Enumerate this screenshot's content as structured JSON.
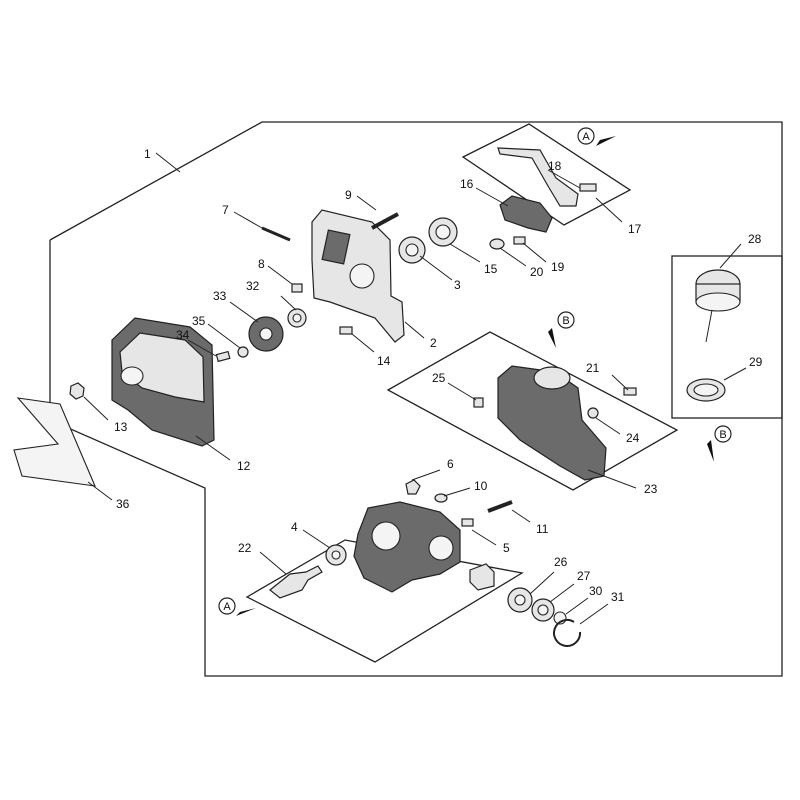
{
  "labels": {
    "p1": "1",
    "p2": "2",
    "p3": "3",
    "p4": "4",
    "p5": "5",
    "p6": "6",
    "p7": "7",
    "p8": "8",
    "p9": "9",
    "p10": "10",
    "p11": "11",
    "p12": "12",
    "p13": "13",
    "p14": "14",
    "p15": "15",
    "p16": "16",
    "p17": "17",
    "p18": "18",
    "p19": "19",
    "p20": "20",
    "p21": "21",
    "p22": "22",
    "p23": "23",
    "p24": "24",
    "p25": "25",
    "p26": "26",
    "p27": "27",
    "p28": "28",
    "p29": "29",
    "p30": "30",
    "p31": "31",
    "p32": "32",
    "p33": "33",
    "p34": "34",
    "p35": "35",
    "p36": "36"
  },
  "callouts": {
    "a": "A",
    "b": "B"
  }
}
